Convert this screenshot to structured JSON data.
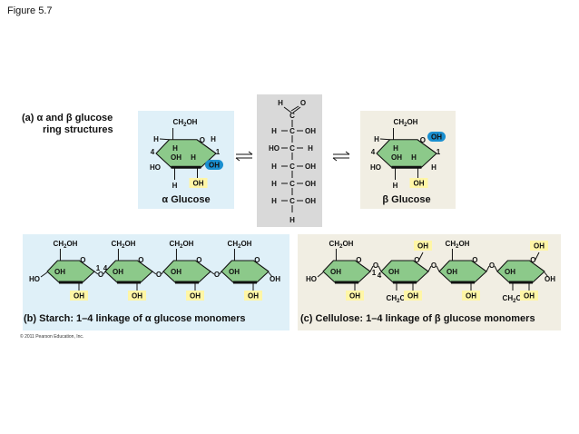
{
  "figure_label": "Figure 5.7",
  "copyright": "© 2011 Pearson Education, Inc.",
  "panel_a": {
    "heading_line1": "(a) α and β glucose",
    "heading_line2": "ring structures",
    "alpha_caption": "α Glucose",
    "beta_caption": "β Glucose"
  },
  "panel_b": {
    "caption": "(b) Starch: 1–4 linkage of α glucose monomers"
  },
  "panel_c": {
    "caption": "(c) Cellulose: 1–4 linkage of β glucose monomers"
  },
  "atoms": {
    "ch2oh": "CH",
    "ch2oh_sub": "2",
    "ch2oh_tail": "OH",
    "h": "H",
    "o": "O",
    "oh": "OH",
    "ho": "HO",
    "c": "C",
    "n1": "1",
    "n4": "4"
  },
  "colors": {
    "ring_fill": "#8cc98a",
    "alpha_bg": "#dff0f8",
    "beta_bg": "#f1eee3",
    "chain_bg": "#d9d9d9",
    "oh_highlight_blue": "#1a8fd0",
    "oh_highlight_yellow": "#fff6a6"
  }
}
